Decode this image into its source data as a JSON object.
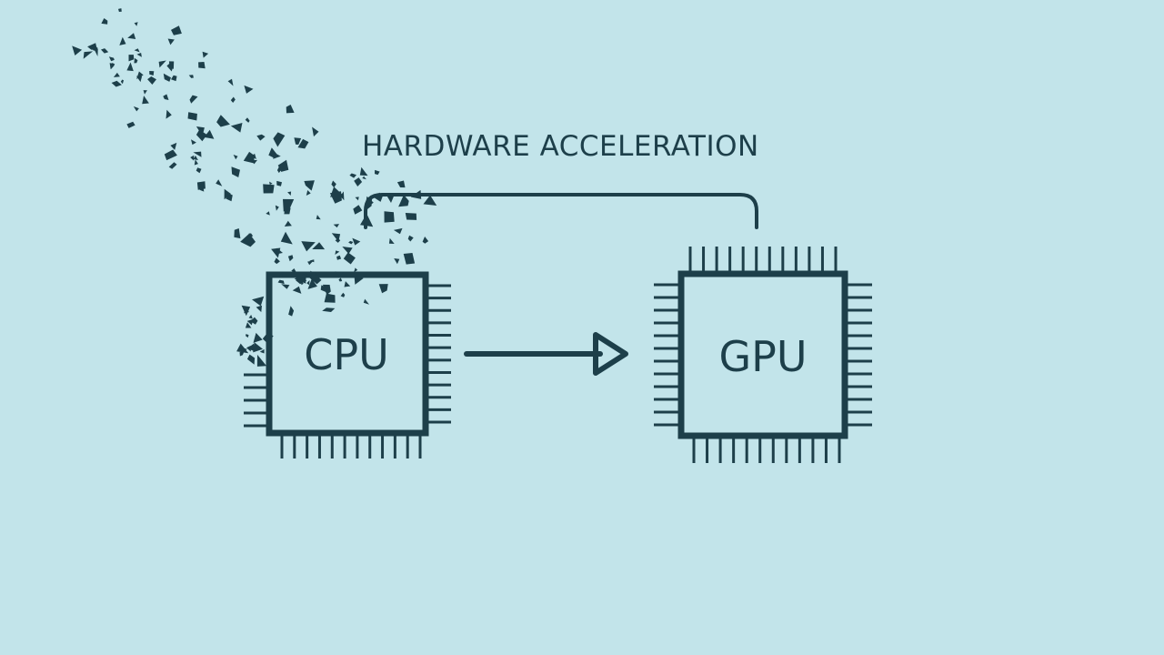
{
  "diagram": {
    "title": "HARDWARE ACCELERATION",
    "source_chip": {
      "label": "CPU"
    },
    "target_chip": {
      "label": "GPU"
    }
  },
  "colors": {
    "background": "#c2e4ea",
    "ink": "#1d3f4a"
  },
  "icons": [
    "cpu-chip-icon",
    "gpu-chip-icon",
    "right-arrow-icon",
    "bracket-connector-icon",
    "dissolving-particles-icon"
  ]
}
